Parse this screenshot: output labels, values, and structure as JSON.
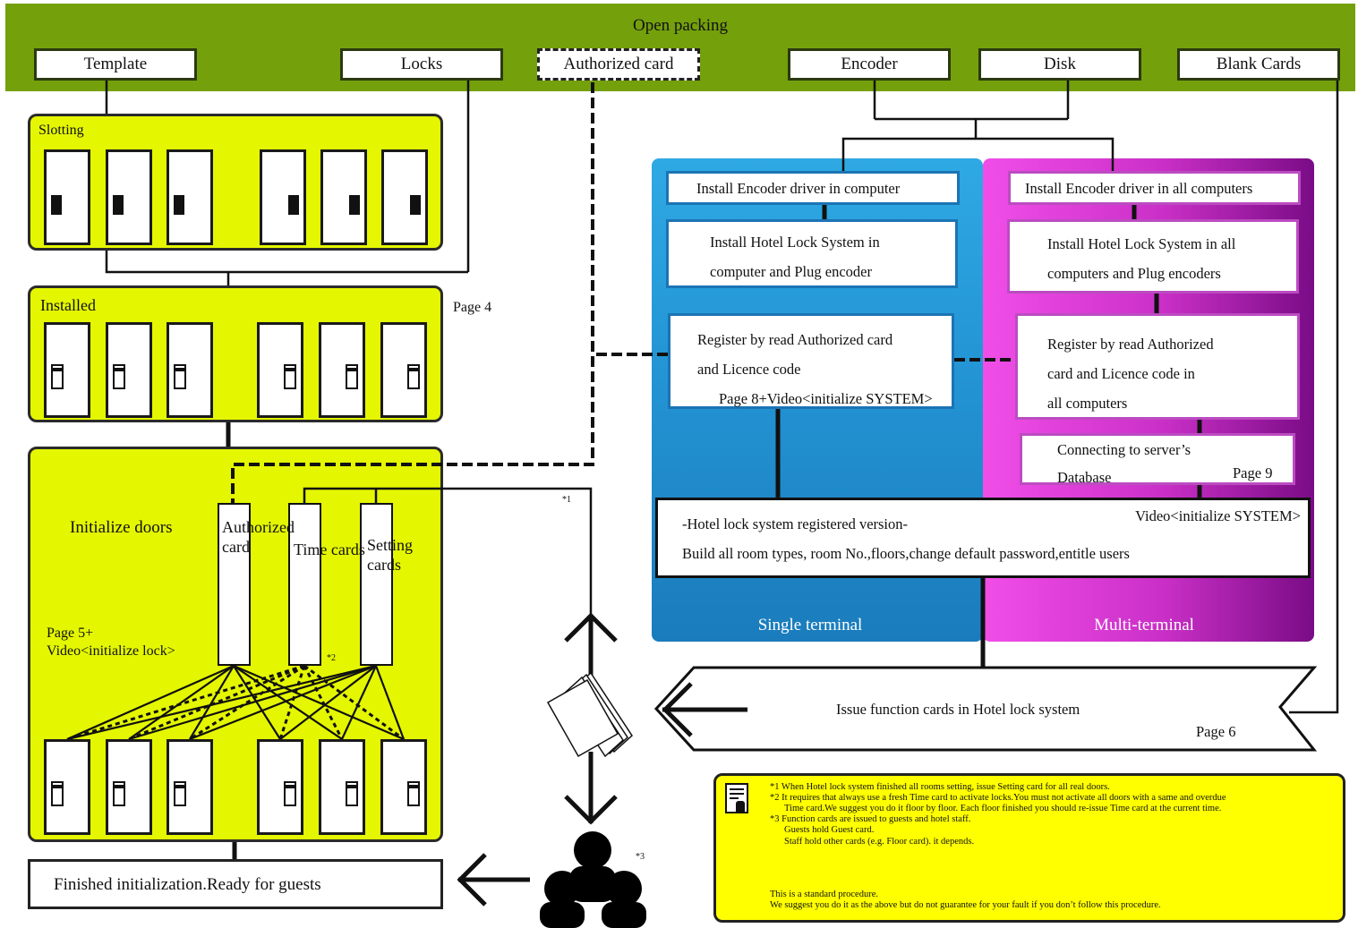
{
  "top": {
    "title": "Open packing",
    "boxes": [
      "Template",
      "Locks",
      "Authorized card",
      "Encoder",
      "Disk",
      "Blank Cards"
    ]
  },
  "slotting": {
    "title": "Slotting"
  },
  "installed": {
    "title": "Installed",
    "page": "Page 4"
  },
  "initialize": {
    "title": "Initialize doors",
    "page_note": "Page 5+\nVideo<initialize lock>",
    "cards": [
      "Authorized card",
      "Time cards",
      "Setting cards"
    ],
    "marks": [
      "*1",
      "*2",
      "*3"
    ]
  },
  "finished": {
    "text": "Finished initialization.Ready for guests"
  },
  "single": {
    "label": "Single terminal",
    "step1": "Install Encoder driver in computer",
    "step2a": "Install Hotel Lock System in",
    "step2b": "computer and Plug encoder",
    "step3a": "Register by read Authorized card",
    "step3b": "and Licence code",
    "step3c": "Page 8+Video<initialize SYSTEM>"
  },
  "multi": {
    "label": "Multi-terminal",
    "step1": "Install Encoder driver in all computers",
    "step2a": "Install Hotel Lock System in all",
    "step2b": "computers and Plug encoders",
    "step3a": "Register by read Authorized",
    "step3b": "card and Licence code in",
    "step3c": "all computers",
    "step4a": "Connecting to server’s",
    "step4b": "Database",
    "step4page": "Page 9"
  },
  "registered": {
    "video": "Video<initialize SYSTEM>",
    "line1": "-Hotel lock system registered version-",
    "line2": "Build all room types, room No.,floors,change default password,entitle users"
  },
  "issue": {
    "text": "Issue function cards in Hotel lock system",
    "page": "Page 6"
  },
  "note": {
    "lines": [
      "*1 When Hotel lock system finished all rooms setting, issue Setting card for all real doors.",
      "*2 It requires that always use a fresh Time card to activate locks.You must not activate all doors with a same and overdue",
      "Time card.We suggest you do it floor by floor. Each floor finished you should re-issue Time card at the current time.",
      "*3 Function cards are issued to guests and hotel staff.",
      "Guests hold Guest card.",
      "Staff hold other cards (e.g. Floor card). it depends.",
      "This is a standard procedure.",
      "We suggest you do it as the above but do not guarantee for your fault if you don’t follow this procedure."
    ]
  },
  "icons": {
    "door": "door-icon",
    "lock": "lock-icon",
    "cards": "card-stack-icon",
    "people": "people-icon",
    "note": "document-icon",
    "arrow": "arrow-icon"
  }
}
